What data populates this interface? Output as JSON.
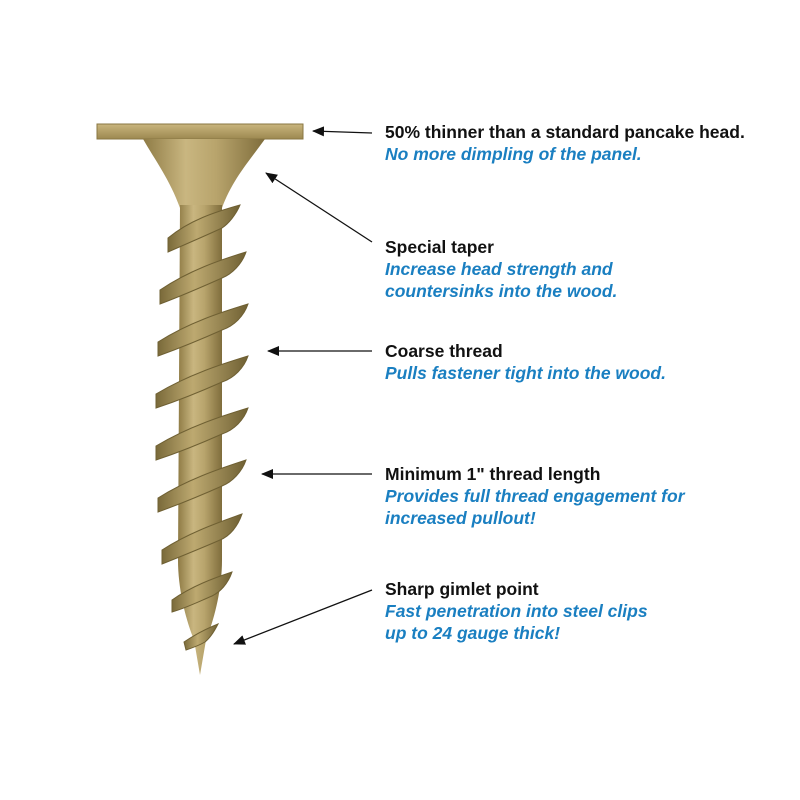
{
  "colors": {
    "title_text": "#111111",
    "description_text": "#1a7fc1",
    "screw": "#b5a066",
    "arrow": "#111111"
  },
  "callouts": [
    {
      "feature": "head",
      "title": "50% thinner than a standard pancake head.",
      "description": "No more dimpling of the panel."
    },
    {
      "feature": "taper",
      "title": "Special taper",
      "description": "Increase head strength and countersinks into the wood."
    },
    {
      "feature": "thread",
      "title": "Coarse thread",
      "description": "Pulls fastener tight into the wood."
    },
    {
      "feature": "thread-length",
      "title": "Minimum 1\" thread length",
      "description": "Provides full thread engagement for increased pullout!"
    },
    {
      "feature": "point",
      "title": "Sharp gimlet point",
      "description": "Fast penetration into steel clips up to 24 gauge thick!"
    }
  ]
}
